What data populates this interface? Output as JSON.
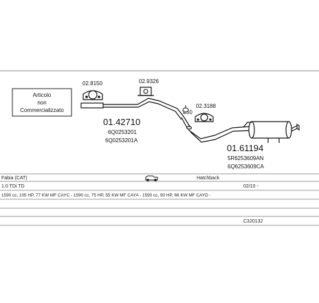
{
  "diagram": {
    "note_box": {
      "line1": "Articolo",
      "line2": "non",
      "line3": "Commercializzato"
    },
    "labels": {
      "bracket_1": "02.8150",
      "bracket_2": "02.9326",
      "bracket_3": "02.3188",
      "clamp_size": "ø50",
      "part_1_number": "01.42710",
      "part_1_oem_1": "6Q0253201",
      "part_1_oem_2": "6Q0253201A",
      "part_2_number": "01.61194",
      "part_2_oem_1": "5R6253609AN",
      "part_2_oem_2": "6Q6253609CA"
    }
  },
  "vehicle_table": {
    "model": "Fabia (CAT)",
    "body_type": "Hatchback",
    "engine": "1.0 TDi TD",
    "date_range": "02/10 -",
    "engine_codes": "1590 cc, 105 HP, 77 KW MF CAYC - 1590 cc, 75 HP, 55 KW MF CAYA - 1590 cc, 90 HP, 66 KW MF CAYD -",
    "reference": "C320132"
  },
  "icons": {
    "car": "car-icon",
    "clamp": "clamp-icon",
    "hanger": "rubber-hanger-icon"
  }
}
